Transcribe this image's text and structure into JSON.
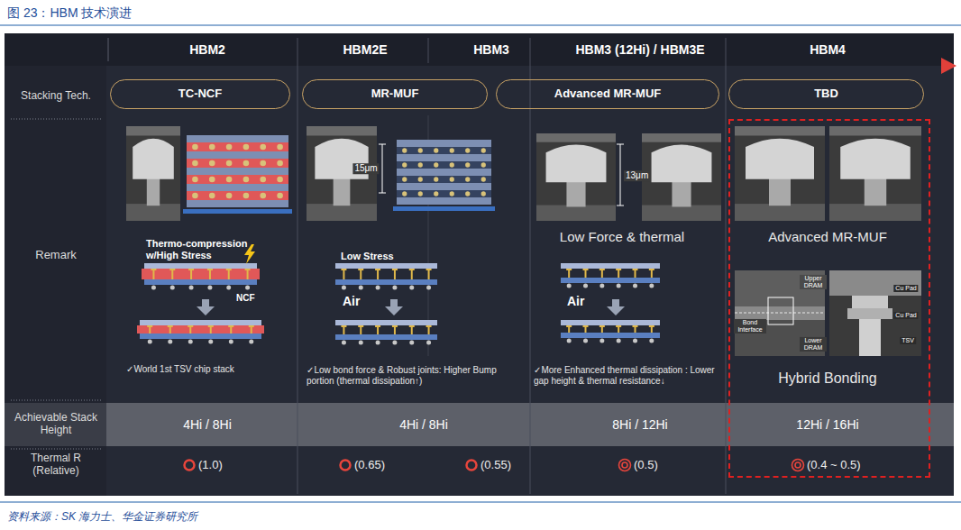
{
  "diagram": {
    "title": "图 23：HBM 技术演进",
    "caption": "资料来源：SK 海力士、华金证券研究所",
    "nodes": [
      {
        "text": [
          "TC-NCF"
        ]
      },
      {
        "text": [
          "MR-MUF"
        ]
      },
      {
        "text": [
          "Advanced MR-MUF"
        ]
      },
      {
        "text": [
          "TBD"
        ]
      },
      {
        "text": [
          "Advanced MR-MUF",
          "Hybrid Bonding",
          "12Hi / 16Hi",
          "(0.4 ~ 0.5)"
        ]
      }
    ],
    "labels": [
      "HBM2",
      "HBM2E",
      "HBM3",
      "HBM3 (12Hi) / HBM3E",
      "HBM4",
      "Stacking Tech.",
      "Remark",
      "Achievable Stack Height",
      "Thermal R (Relative)",
      "Thermo-compression w/High Stress",
      "NCF",
      "✓World 1st TSV chip stack",
      "15μm",
      "Low Stress",
      "Air",
      "✓Low bond force & Robust joints: Higher Bump portion (thermal dissipation↑)",
      "13μm",
      "Low Force & thermal",
      "Air",
      "✓More Enhanced thermal dissipation : Lower gap height & thermal resistance↓",
      "Upper DRAM",
      "Bond Interface",
      "Lower DRAM",
      "Cu Pad",
      "Cu Pad",
      "TSV",
      "4Hi / 8Hi",
      "4Hi / 8Hi",
      "8Hi / 12Hi",
      "(1.0)",
      "(0.65)",
      "(0.55)",
      "(0.5)"
    ]
  }
}
